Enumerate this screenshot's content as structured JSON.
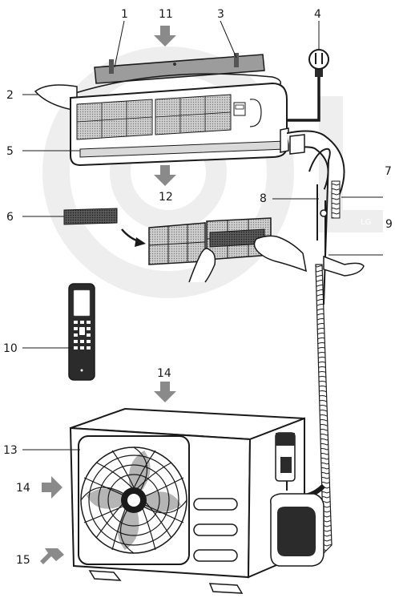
{
  "watermark": {
    "text": "LG",
    "color": "#ececec"
  },
  "colors": {
    "line": "#1a1a1a",
    "arrow": "#8a8a8a",
    "filter": "#b5b5b5",
    "remote": "#2b2b2b"
  },
  "labels": {
    "l1": "1",
    "l2": "2",
    "l3": "3",
    "l4": "4",
    "l5": "5",
    "l6": "6",
    "l7": "7",
    "l8": "8",
    "l9": "9",
    "l10": "10",
    "l11": "11",
    "l12": "12",
    "l13": "13",
    "l14_top": "14",
    "l14_side": "14",
    "l15": "15"
  },
  "icons": {
    "indoor": "indoor-unit-icon",
    "plug": "power-plug-icon",
    "filter": "air-filter-icon",
    "remote": "remote-control-icon",
    "outdoor": "outdoor-unit-icon",
    "airflow": "airflow-arrow-icon"
  }
}
